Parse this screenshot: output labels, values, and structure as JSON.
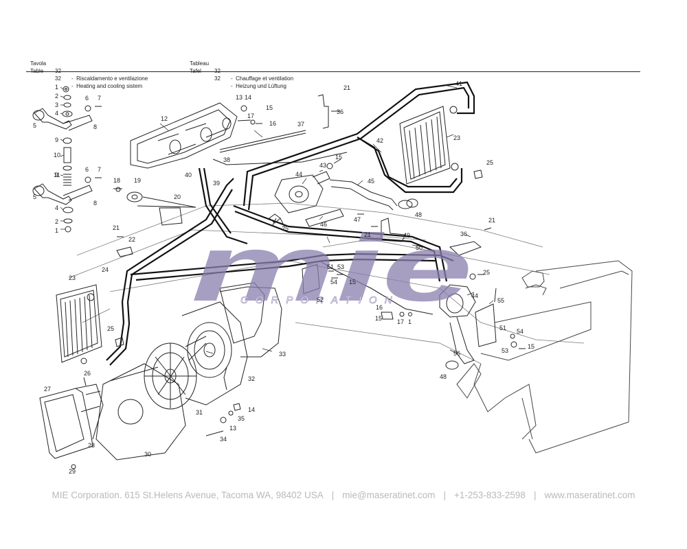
{
  "header": {
    "left": [
      {
        "lang": "Tavola",
        "num": "32",
        "title": "Riscaldamento e ventilazione"
      },
      {
        "lang": "Table",
        "num": "32",
        "title": "Heating and cooling sistem"
      }
    ],
    "right": [
      {
        "lang": "Tableau",
        "num": "32",
        "title": "Chauffage et ventilation"
      },
      {
        "lang": "Tafel",
        "num": "32",
        "title": "Heizung und Lüftung"
      }
    ],
    "dash": "-"
  },
  "watermark": {
    "logo_text": "mie",
    "sub_text": "CORPORATION",
    "color": "#8a7fae"
  },
  "part_labels": [
    {
      "id": "p1a",
      "text": "1"
    },
    {
      "id": "p2a",
      "text": "2"
    },
    {
      "id": "p3a",
      "text": "3"
    },
    {
      "id": "p4a",
      "text": "4"
    },
    {
      "id": "p5a",
      "text": "5"
    },
    {
      "id": "p6a",
      "text": "6"
    },
    {
      "id": "p7a",
      "text": "7"
    },
    {
      "id": "p8a",
      "text": "8"
    },
    {
      "id": "p9a",
      "text": "9"
    },
    {
      "id": "p10",
      "text": "10"
    },
    {
      "id": "p9b",
      "text": "9"
    },
    {
      "id": "p11",
      "text": "11"
    },
    {
      "id": "p6b",
      "text": "6"
    },
    {
      "id": "p7b",
      "text": "7"
    },
    {
      "id": "p8b",
      "text": "8"
    },
    {
      "id": "p5b",
      "text": "5"
    },
    {
      "id": "p4b",
      "text": "4"
    },
    {
      "id": "p2b",
      "text": "2"
    },
    {
      "id": "p1b",
      "text": "1"
    },
    {
      "id": "p12",
      "text": "12"
    },
    {
      "id": "p13a",
      "text": "13"
    },
    {
      "id": "p14a",
      "text": "14"
    },
    {
      "id": "p15a",
      "text": "15"
    },
    {
      "id": "p16a",
      "text": "16"
    },
    {
      "id": "p17a",
      "text": "17"
    },
    {
      "id": "p37",
      "text": "37"
    },
    {
      "id": "p38",
      "text": "38"
    },
    {
      "id": "p40",
      "text": "40"
    },
    {
      "id": "p39",
      "text": "39"
    },
    {
      "id": "p18",
      "text": "18"
    },
    {
      "id": "p19",
      "text": "19"
    },
    {
      "id": "p20",
      "text": "20"
    },
    {
      "id": "p21a",
      "text": "21"
    },
    {
      "id": "p22",
      "text": "22"
    },
    {
      "id": "p24",
      "text": "24"
    },
    {
      "id": "p23a",
      "text": "23"
    },
    {
      "id": "p25a",
      "text": "25"
    },
    {
      "id": "p21b",
      "text": "21"
    },
    {
      "id": "p36a",
      "text": "36"
    },
    {
      "id": "p41",
      "text": "41"
    },
    {
      "id": "p42",
      "text": "42"
    },
    {
      "id": "p23b",
      "text": "23"
    },
    {
      "id": "p25b",
      "text": "25"
    },
    {
      "id": "p43",
      "text": "43"
    },
    {
      "id": "p44a",
      "text": "44"
    },
    {
      "id": "p15b",
      "text": "15"
    },
    {
      "id": "p45",
      "text": "45"
    },
    {
      "id": "p46",
      "text": "46"
    },
    {
      "id": "p25c",
      "text": "25"
    },
    {
      "id": "p47",
      "text": "47"
    },
    {
      "id": "p48a",
      "text": "48"
    },
    {
      "id": "p21c",
      "text": "21"
    },
    {
      "id": "p49",
      "text": "49"
    },
    {
      "id": "p21d",
      "text": "21"
    },
    {
      "id": "p36b",
      "text": "36"
    },
    {
      "id": "p50",
      "text": "50"
    },
    {
      "id": "p51a",
      "text": "51"
    },
    {
      "id": "p53a",
      "text": "53"
    },
    {
      "id": "p54a",
      "text": "54"
    },
    {
      "id": "p15c",
      "text": "15"
    },
    {
      "id": "p52",
      "text": "52"
    },
    {
      "id": "p25d",
      "text": "25"
    },
    {
      "id": "p44b",
      "text": "44"
    },
    {
      "id": "p55",
      "text": "55"
    },
    {
      "id": "p16b",
      "text": "16"
    },
    {
      "id": "p15d",
      "text": "15"
    },
    {
      "id": "p17b",
      "text": "17"
    },
    {
      "id": "p1c",
      "text": "1"
    },
    {
      "id": "p51b",
      "text": "51"
    },
    {
      "id": "p54b",
      "text": "54"
    },
    {
      "id": "p15e",
      "text": "15"
    },
    {
      "id": "p53b",
      "text": "53"
    },
    {
      "id": "p56",
      "text": "56"
    },
    {
      "id": "p48b",
      "text": "48"
    },
    {
      "id": "p25e",
      "text": "25"
    },
    {
      "id": "p33",
      "text": "33"
    },
    {
      "id": "p32",
      "text": "32"
    },
    {
      "id": "p26",
      "text": "26"
    },
    {
      "id": "p27",
      "text": "27"
    },
    {
      "id": "p28",
      "text": "28"
    },
    {
      "id": "p29",
      "text": "29"
    },
    {
      "id": "p30",
      "text": "30"
    },
    {
      "id": "p31",
      "text": "31"
    },
    {
      "id": "p34",
      "text": "34"
    },
    {
      "id": "p13b",
      "text": "13"
    },
    {
      "id": "p35",
      "text": "35"
    },
    {
      "id": "p14b",
      "text": "14"
    }
  ],
  "footer": {
    "company": "MIE Corporation. 615 St.Helens Avenue, Tacoma WA, 98402 USA",
    "email": "mie@maseratinet.com",
    "phone": "+1-253-833-2598",
    "website": "www.maseratinet.com",
    "separator": "|"
  }
}
